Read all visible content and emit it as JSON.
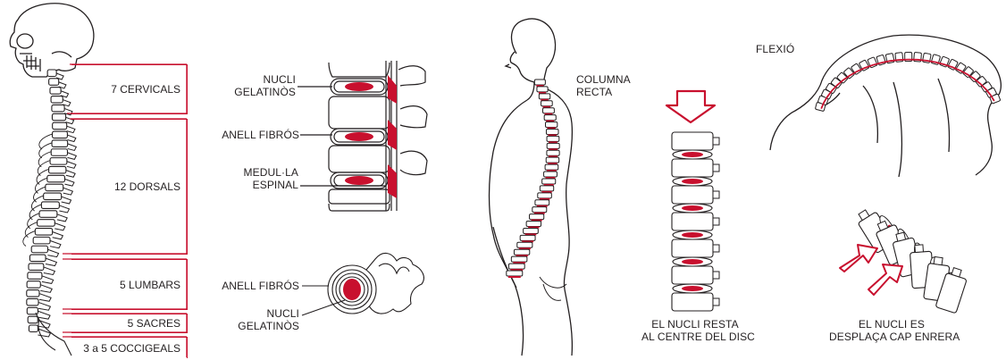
{
  "spine_regions": [
    {
      "label": "7 CERVICALS"
    },
    {
      "label": "12 DORSALS"
    },
    {
      "label": "5 LUMBARS"
    },
    {
      "label": "5 SACRES"
    },
    {
      "label": "3 a 5 COCCIGEALS"
    }
  ],
  "disc_side_labels": {
    "nucli_1": "NUCLI",
    "nucli_2": "GELATINÒS",
    "anell": "ANELL FIBRÓS",
    "medula_1": "MEDUL·LA",
    "medula_2": "ESPINAL"
  },
  "disc_top_labels": {
    "anell": "ANELL FIBRÓS",
    "nucli_1": "NUCLI",
    "nucli_2": "GELATINÒS"
  },
  "posture_upright": {
    "label_1": "COLUMNA",
    "label_2": "RECTA",
    "caption_1": "EL NUCLI RESTA",
    "caption_2": "AL CENTRE DEL DISC"
  },
  "posture_flexion": {
    "label": "FLEXIÓ",
    "caption_1": "EL NUCLI ES",
    "caption_2": "DESPLAÇA CAP ENRERA"
  },
  "colors": {
    "accent": "#c8102e",
    "ink": "#231f20",
    "paper": "#ffffff"
  }
}
